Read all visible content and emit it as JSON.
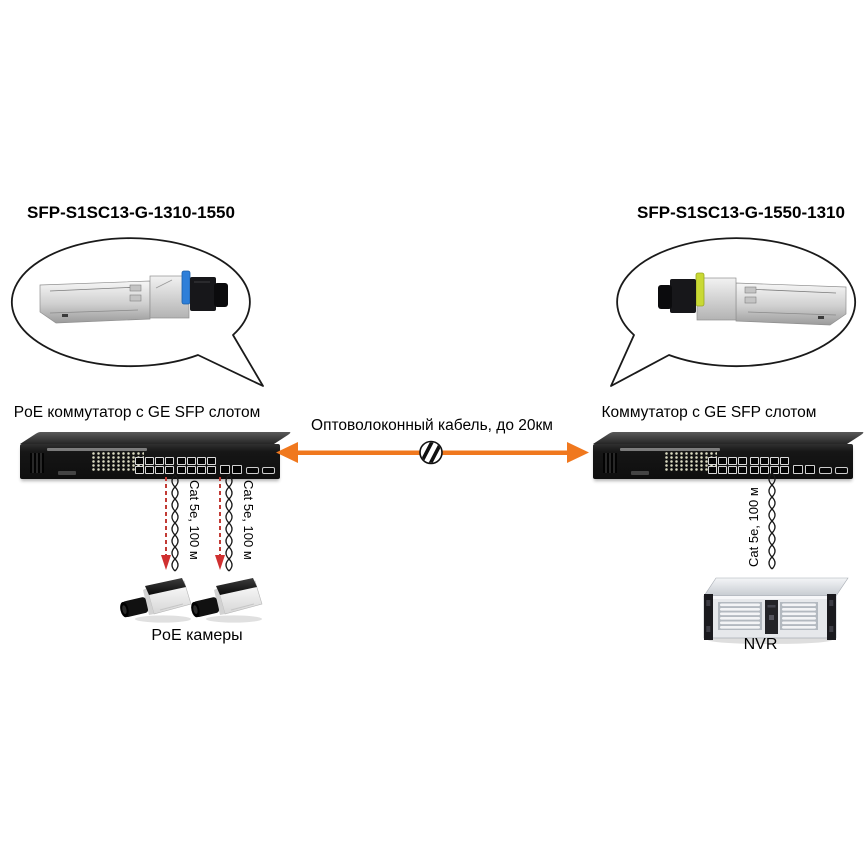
{
  "diagram": {
    "sfp_left": {
      "title": "SFP-S1SC13-G-1310-1550"
    },
    "sfp_right": {
      "title": "SFP-S1SC13-G-1550-1310"
    },
    "switch_left": {
      "label": "PoE коммутатор с GE SFP слотом"
    },
    "switch_right": {
      "label": "Коммутатор с GE SFP слотом"
    },
    "fiber_link": {
      "label": "Оптоволоконный кабель, до 20км"
    },
    "cable_left_1": {
      "label": "Cat 5e, 100 м"
    },
    "cable_left_2": {
      "label": "Cat 5e, 100 м"
    },
    "cable_right": {
      "label": "Cat 5e, 100 м"
    },
    "cameras": {
      "label": "PoE камеры"
    },
    "nvr": {
      "label": "NVR"
    }
  },
  "colors": {
    "fiber_orange": "#F0781E",
    "clip_blue": "#2E7FD9",
    "clip_yellow": "#C9D934",
    "cable_red": "#C23B35",
    "cable_red_head": "#D03030"
  }
}
